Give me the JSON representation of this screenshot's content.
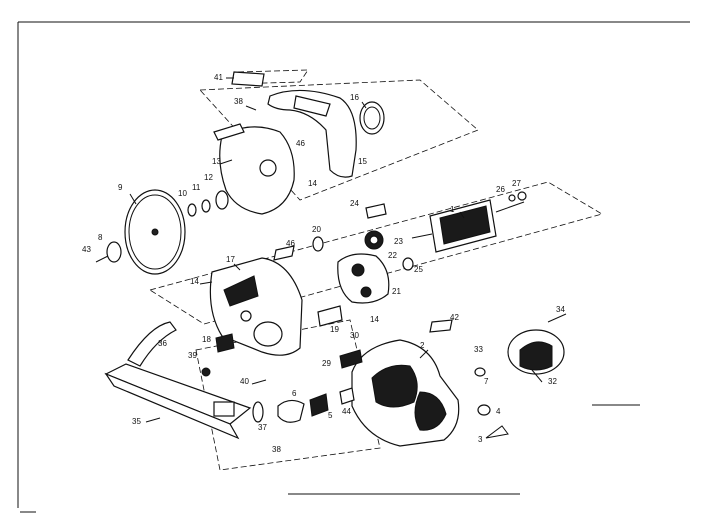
{
  "diagram": {
    "callouts": [
      {
        "id": "41",
        "label": "41"
      },
      {
        "id": "38a",
        "label": "38"
      },
      {
        "id": "46a",
        "label": "46"
      },
      {
        "id": "16",
        "label": "16"
      },
      {
        "id": "15",
        "label": "15"
      },
      {
        "id": "13",
        "label": "13"
      },
      {
        "id": "14a",
        "label": "14"
      },
      {
        "id": "12",
        "label": "12"
      },
      {
        "id": "11",
        "label": "11"
      },
      {
        "id": "10",
        "label": "10"
      },
      {
        "id": "9",
        "label": "9"
      },
      {
        "id": "8",
        "label": "8"
      },
      {
        "id": "43",
        "label": "43"
      },
      {
        "id": "26",
        "label": "26"
      },
      {
        "id": "27",
        "label": "27"
      },
      {
        "id": "1",
        "label": "1"
      },
      {
        "id": "24",
        "label": "24"
      },
      {
        "id": "20",
        "label": "20"
      },
      {
        "id": "23",
        "label": "23"
      },
      {
        "id": "22",
        "label": "22"
      },
      {
        "id": "25",
        "label": "25"
      },
      {
        "id": "46b",
        "label": "46"
      },
      {
        "id": "17",
        "label": "17"
      },
      {
        "id": "14b",
        "label": "14"
      },
      {
        "id": "21",
        "label": "21"
      },
      {
        "id": "19",
        "label": "19"
      },
      {
        "id": "14c",
        "label": "14"
      },
      {
        "id": "18",
        "label": "18"
      },
      {
        "id": "36",
        "label": "36"
      },
      {
        "id": "39",
        "label": "39"
      },
      {
        "id": "40",
        "label": "40"
      },
      {
        "id": "35",
        "label": "35"
      },
      {
        "id": "42",
        "label": "42"
      },
      {
        "id": "34",
        "label": "34"
      },
      {
        "id": "2",
        "label": "2"
      },
      {
        "id": "30",
        "label": "30"
      },
      {
        "id": "29",
        "label": "29"
      },
      {
        "id": "33",
        "label": "33"
      },
      {
        "id": "32",
        "label": "32"
      },
      {
        "id": "7",
        "label": "7"
      },
      {
        "id": "6",
        "label": "6"
      },
      {
        "id": "5",
        "label": "5"
      },
      {
        "id": "44",
        "label": "44"
      },
      {
        "id": "4",
        "label": "4"
      },
      {
        "id": "3",
        "label": "3"
      },
      {
        "id": "37",
        "label": "37"
      },
      {
        "id": "38b",
        "label": "38"
      }
    ]
  }
}
